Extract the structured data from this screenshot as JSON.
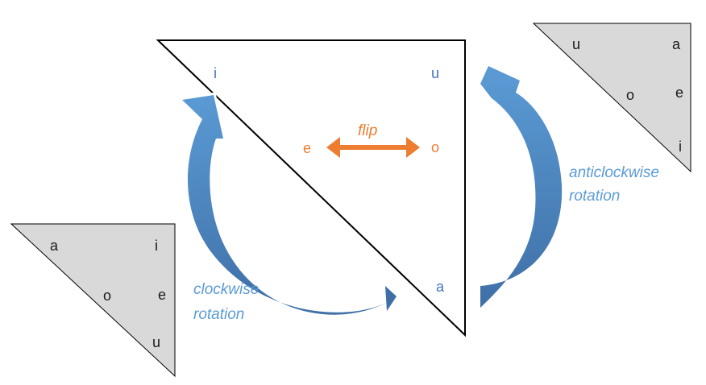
{
  "main_triangle": {
    "labels": {
      "i": "i",
      "u": "u",
      "e": "e",
      "o": "o",
      "a": "a"
    }
  },
  "top_right_triangle": {
    "labels": {
      "u": "u",
      "a": "a",
      "o": "o",
      "e": "e",
      "i": "i"
    }
  },
  "bottom_left_triangle": {
    "labels": {
      "a": "a",
      "i": "i",
      "o": "o",
      "e": "e",
      "u": "u"
    }
  },
  "flip": {
    "label": "flip"
  },
  "clockwise": {
    "line1": "clockwise",
    "line2": "rotation"
  },
  "anticlockwise": {
    "line1": "anticlockwise",
    "line2": "rotation"
  },
  "colors": {
    "label_blue": "#4472c4",
    "caption_blue": "#5b9bd5",
    "arrow_dark_blue": "#3f6fa6",
    "flip_orange": "#ed7d31",
    "small_triangle_fill": "#d9d9d9"
  }
}
